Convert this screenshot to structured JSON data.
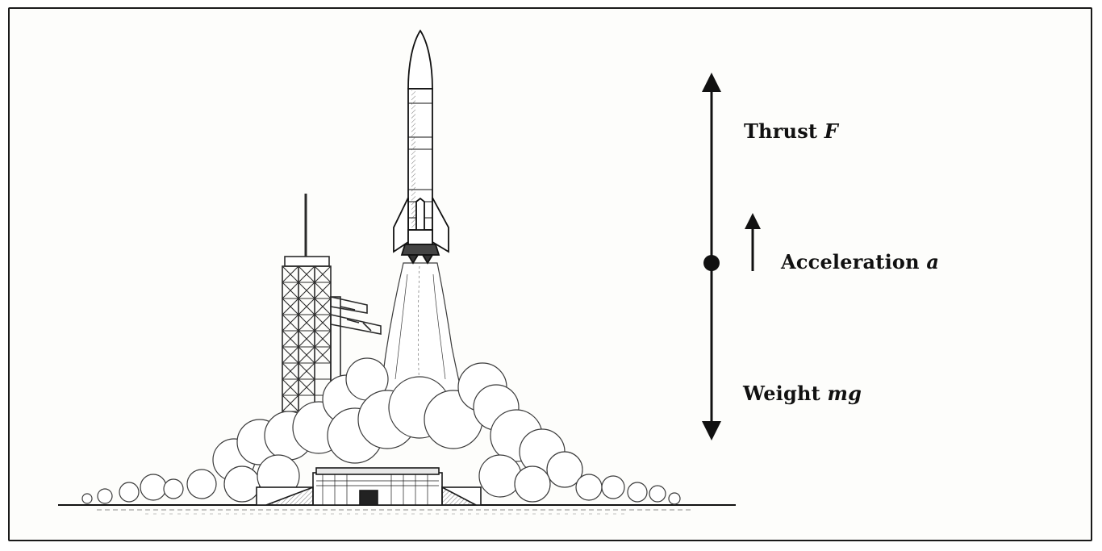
{
  "diagram": {
    "labels": {
      "thrust": {
        "text": "Thrust",
        "symbol": "F"
      },
      "acceleration": {
        "text": "Acceleration",
        "symbol": "a"
      },
      "weight": {
        "text": "Weight",
        "symbol": "mg"
      }
    },
    "colors": {
      "ink": "#111111",
      "paper": "#fdfdfb",
      "smoke_fill": "#ffffff",
      "structure": "#2a2a2a"
    },
    "icons": [
      "rocket-icon",
      "launch-tower-icon",
      "exhaust-plume-icon",
      "launch-pad-icon"
    ]
  }
}
